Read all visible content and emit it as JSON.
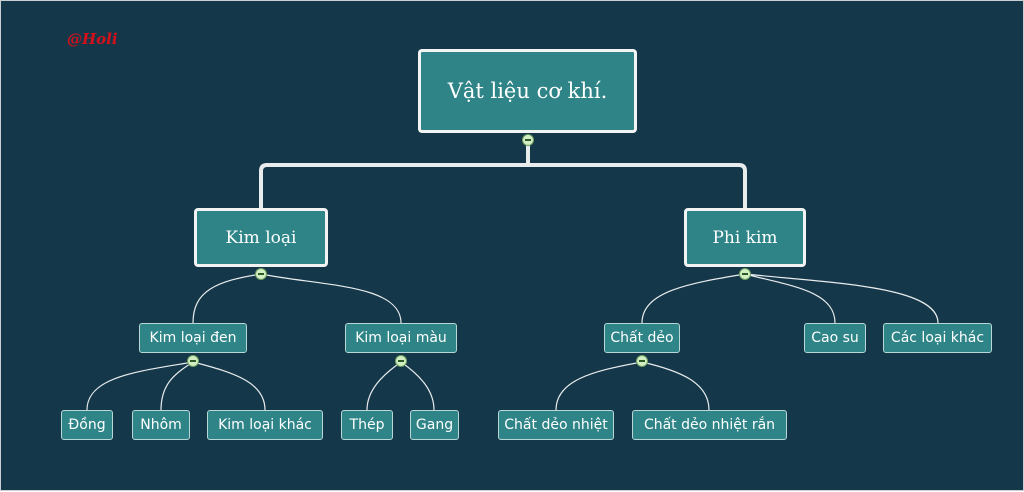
{
  "watermark": "@Holi",
  "mindmap": {
    "root": "Vật liệu cơ khí.",
    "branches": [
      {
        "label": "Kim loại",
        "children": [
          {
            "label": "Kim loại đen",
            "children": [
              "Đồng",
              "Nhôm",
              "Kim loại khác"
            ]
          },
          {
            "label": "Kim loại màu",
            "children": [
              "Thép",
              "Gang"
            ]
          }
        ]
      },
      {
        "label": "Phi kim",
        "children": [
          {
            "label": "Chất dẻo",
            "children": [
              "Chất dẻo nhiệt",
              "Chất dẻo nhiệt rắn"
            ]
          },
          {
            "label": "Cao su",
            "children": []
          },
          {
            "label": "Các loại khác",
            "children": []
          }
        ]
      }
    ]
  },
  "colors": {
    "background": "#14374a",
    "node_fill": "#2e8487",
    "node_border": "#f2f4f4",
    "connector": "#e8ecec",
    "watermark": "#d6101a",
    "toggle": "#d2efc4"
  }
}
